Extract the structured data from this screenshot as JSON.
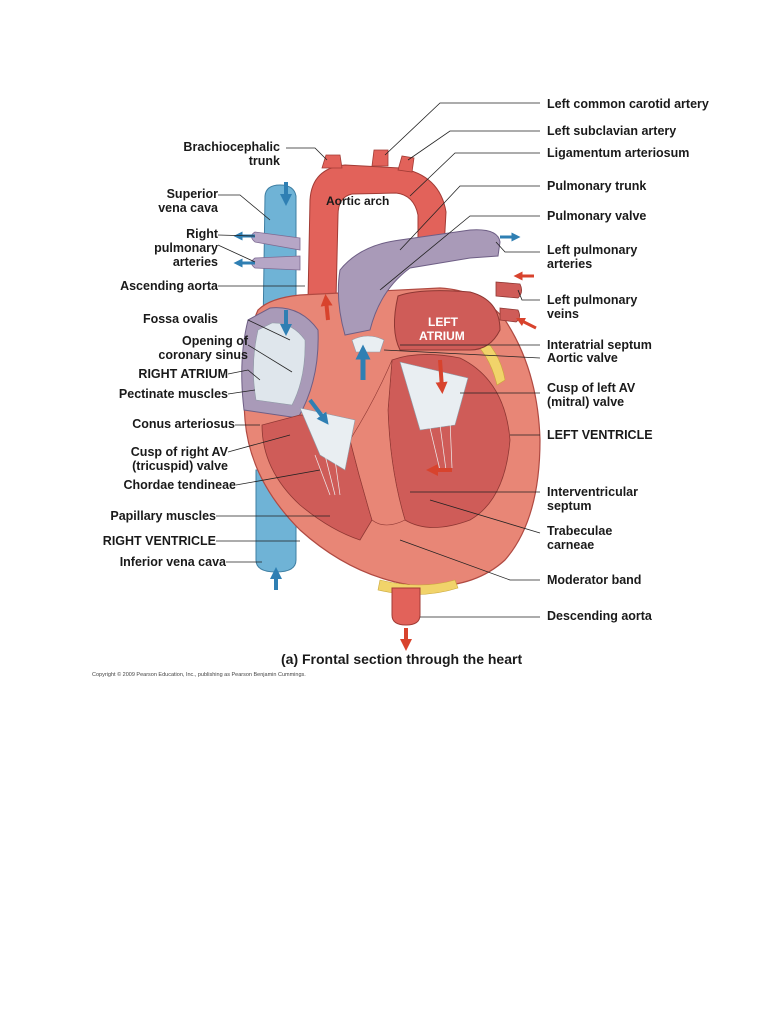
{
  "figure": {
    "caption": "(a) Frontal section through the heart",
    "copyright": "Copyright © 2009 Pearson Education, Inc., publishing as Pearson Benjamin Cummings.",
    "inner_labels": {
      "aortic_arch": "Aortic arch",
      "left_atrium_1": "LEFT",
      "left_atrium_2": "ATRIUM"
    },
    "left_labels": [
      [
        "Brachiocephalic",
        "trunk"
      ],
      [
        "Superior",
        "vena cava"
      ],
      [
        "Right",
        "pulmonary",
        "arteries"
      ],
      [
        "Ascending aorta"
      ],
      [
        "Fossa ovalis"
      ],
      [
        "Opening of",
        "coronary sinus"
      ],
      [
        "RIGHT ATRIUM"
      ],
      [
        "Pectinate muscles"
      ],
      [
        "Conus arteriosus"
      ],
      [
        "Cusp of right AV",
        "(tricuspid) valve"
      ],
      [
        "Chordae tendineae"
      ],
      [
        "Papillary muscles"
      ],
      [
        "RIGHT VENTRICLE"
      ],
      [
        "Inferior vena cava"
      ]
    ],
    "right_labels": [
      [
        "Left common carotid artery"
      ],
      [
        "Left subclavian artery"
      ],
      [
        "Ligamentum arteriosum"
      ],
      [
        "Pulmonary trunk"
      ],
      [
        "Pulmonary valve"
      ],
      [
        "Left pulmonary",
        "arteries"
      ],
      [
        "Left pulmonary",
        "veins"
      ],
      [
        "Interatrial septum"
      ],
      [
        "Aortic valve"
      ],
      [
        "Cusp of left AV",
        "(mitral) valve"
      ],
      [
        "LEFT VENTRICLE"
      ],
      [
        "Interventricular",
        "septum"
      ],
      [
        "Trabeculae",
        "carneae"
      ],
      [
        "Moderator band"
      ],
      [
        "Descending aorta"
      ]
    ],
    "colors": {
      "aorta": "#e2625a",
      "myocardium": "#e88676",
      "chamber": "#cf5c58",
      "vein": "#6fb3d6",
      "pulmonary": "#a99ab8",
      "fat": "#f1d36a",
      "valve": "#e9eef2",
      "arrow_red": "#d8432d",
      "arrow_blue": "#2f7fb3"
    }
  }
}
